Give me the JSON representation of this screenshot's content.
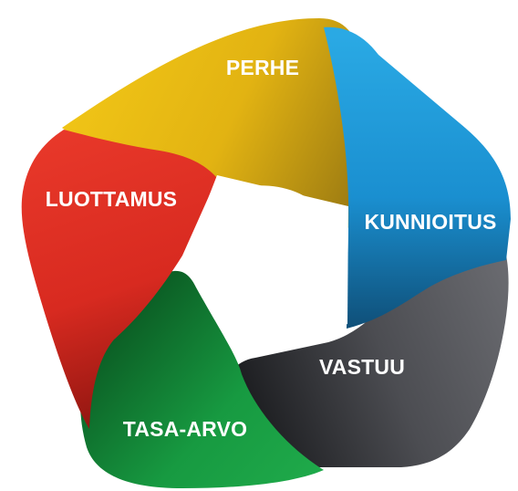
{
  "diagram": {
    "segments": [
      {
        "key": "perhe",
        "label": "PERHE",
        "color": "#f0c419",
        "dark": "#9b7a12"
      },
      {
        "key": "kunnioitus",
        "label": "KUNNIOITUS",
        "color": "#24a3df",
        "dark": "#0f5f8c"
      },
      {
        "key": "vastuu",
        "label": "VASTUU",
        "color": "#4b4c51",
        "dark": "#1e1f22"
      },
      {
        "key": "tasa_arvo",
        "label": "TASA-ARVO",
        "color": "#1faa4a",
        "dark": "#0e5e26"
      },
      {
        "key": "luottamus",
        "label": "LUOTTAMUS",
        "color": "#e53027",
        "dark": "#8e1410"
      }
    ]
  }
}
